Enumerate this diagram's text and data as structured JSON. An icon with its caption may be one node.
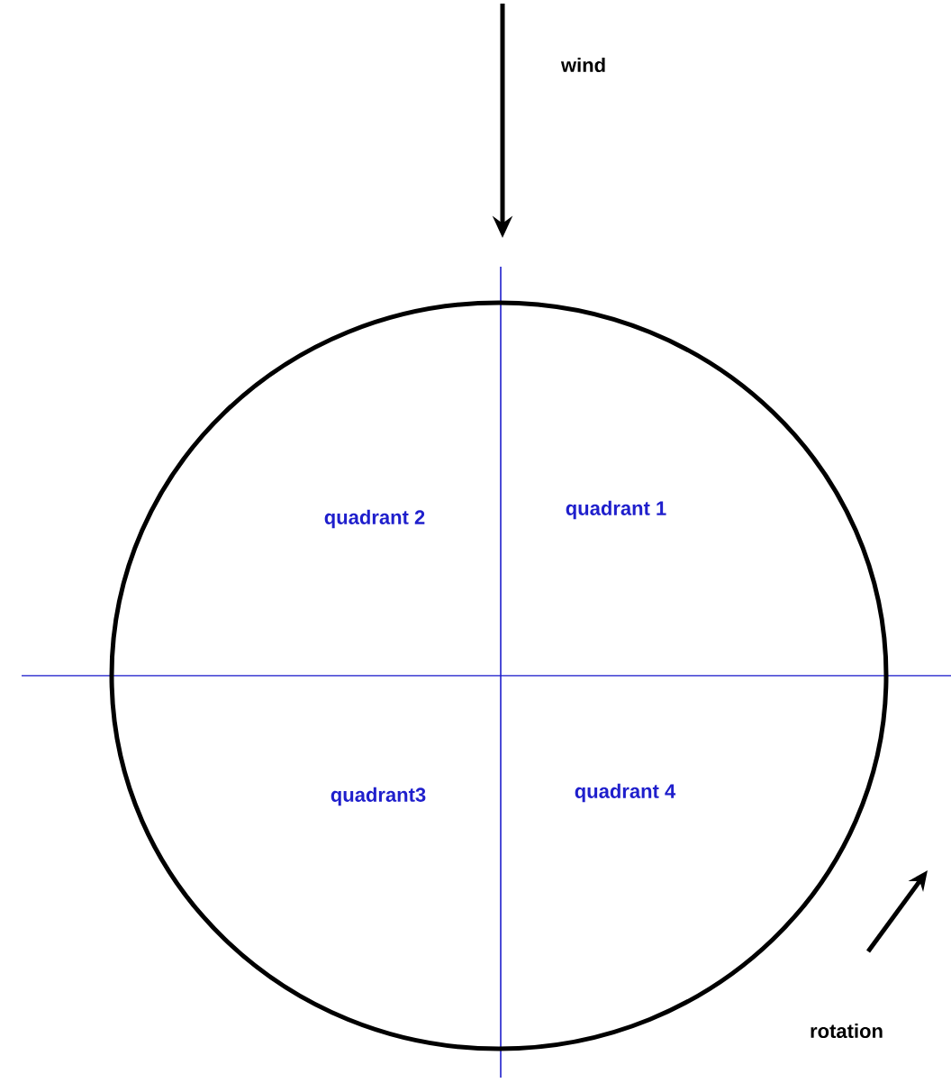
{
  "diagram": {
    "nodes": [
      {
        "text": [
          "quadrant 2",
          "quadrant 1",
          "quadrant3",
          "quadrant 4"
        ]
      }
    ],
    "labels": [
      "wind",
      "rotation"
    ]
  }
}
